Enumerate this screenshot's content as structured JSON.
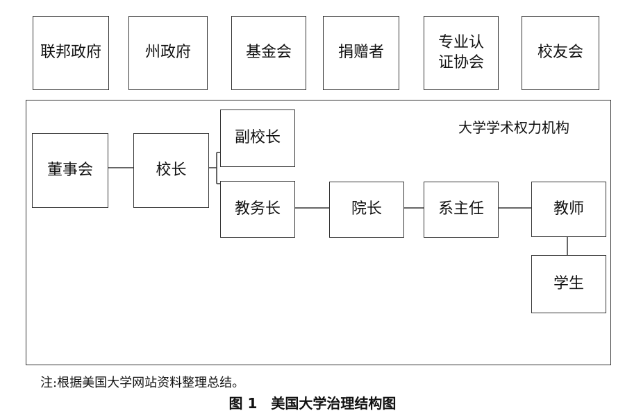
{
  "external": [
    "联邦政府",
    "州政府",
    "基金会",
    "捐赠者",
    "专业认\n证协会",
    "校友会"
  ],
  "frame_title": "大学学术权力机构",
  "nodes": {
    "board": "董事会",
    "president": "校长",
    "vice_president": "副校长",
    "provost": "教务长",
    "dean": "院长",
    "chair": "系主任",
    "faculty": "教师",
    "student": "学生"
  },
  "note": "注:根据美国大学网站资料整理总结。",
  "caption": "图 1　美国大学治理结构图"
}
